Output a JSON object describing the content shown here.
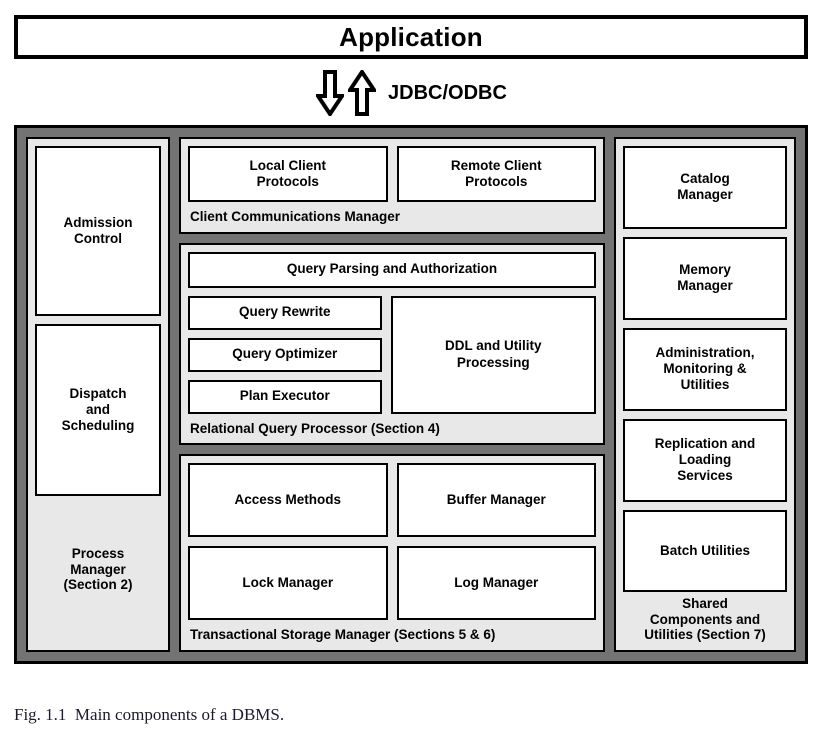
{
  "figure": {
    "caption": "Fig. 1.1  Main components of a DBMS.",
    "application_label": "Application",
    "protocol_label": "JDBC/ODBC",
    "arrow_down_icon": "arrow-down-block-icon",
    "arrow_up_icon": "arrow-up-block-icon"
  },
  "colors": {
    "panel_background": "#737373",
    "group_background": "#e8e8e8",
    "box_background": "#ffffff",
    "border": "#000000",
    "caption_text": "#1a1a2e"
  },
  "diagram": {
    "title": "Main components of a DBMS",
    "columns": [
      {
        "id": "process-manager",
        "group_label": "Process\nManager\n(Section 2)",
        "boxes": [
          {
            "id": "admission-control",
            "label": "Admission\nControl"
          },
          {
            "id": "dispatch-and-scheduling",
            "label": "Dispatch\nand\nScheduling"
          }
        ]
      },
      {
        "id": "middle",
        "groups": [
          {
            "id": "client-communications-manager",
            "group_label": "Client Communications Manager",
            "boxes": [
              {
                "id": "local-client-protocols",
                "label": "Local Client\nProtocols"
              },
              {
                "id": "remote-client-protocols",
                "label": "Remote Client\nProtocols"
              }
            ]
          },
          {
            "id": "relational-query-processor",
            "group_label": "Relational Query Processor (Section 4)",
            "header_box": {
              "id": "query-parsing-and-authorization",
              "label": "Query Parsing and Authorization"
            },
            "stack_boxes": [
              {
                "id": "query-rewrite",
                "label": "Query Rewrite"
              },
              {
                "id": "query-optimizer",
                "label": "Query Optimizer"
              },
              {
                "id": "plan-executor",
                "label": "Plan Executor"
              }
            ],
            "side_box": {
              "id": "ddl-and-utility-processing",
              "label": "DDL and Utility\nProcessing"
            }
          },
          {
            "id": "transactional-storage-manager",
            "group_label": "Transactional Storage Manager (Sections 5 & 6)",
            "boxes": [
              {
                "id": "access-methods",
                "label": "Access Methods"
              },
              {
                "id": "buffer-manager",
                "label": "Buffer Manager"
              },
              {
                "id": "lock-manager",
                "label": "Lock Manager"
              },
              {
                "id": "log-manager",
                "label": "Log Manager"
              }
            ]
          }
        ]
      },
      {
        "id": "shared-components",
        "group_label": "Shared\nComponents and\nUtilities (Section 7)",
        "boxes": [
          {
            "id": "catalog-manager",
            "label": "Catalog\nManager"
          },
          {
            "id": "memory-manager",
            "label": "Memory\nManager"
          },
          {
            "id": "administration-monitoring-utilities",
            "label": "Administration,\nMonitoring &\nUtilities"
          },
          {
            "id": "replication-and-loading-services",
            "label": "Replication and\nLoading\nServices"
          },
          {
            "id": "batch-utilities",
            "label": "Batch Utilities"
          }
        ]
      }
    ]
  }
}
